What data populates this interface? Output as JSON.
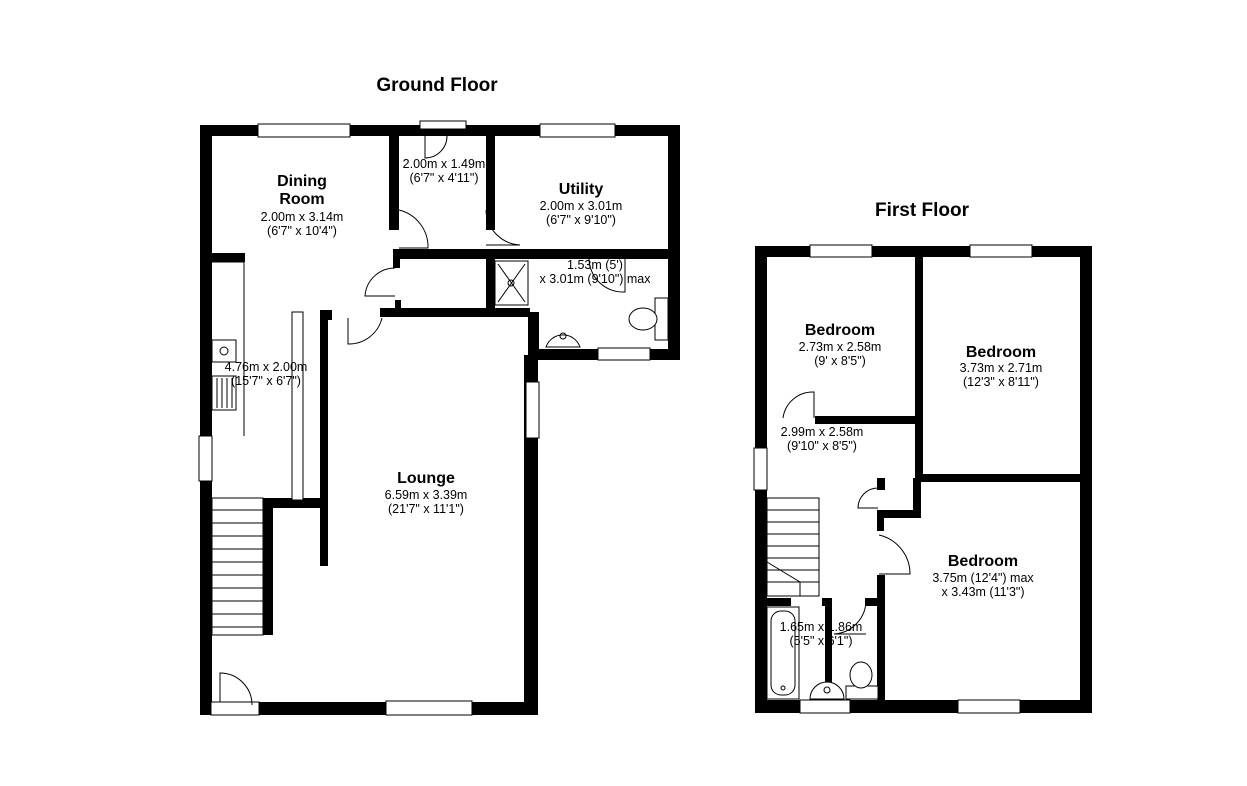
{
  "ground_floor": {
    "title": "Ground Floor",
    "dining_room": {
      "name": "Dining\nRoom",
      "metric": "2.00m x 3.14m",
      "imperial": "(6'7\" x 10'4\")"
    },
    "hall": {
      "metric": "2.00m x 1.49m",
      "imperial": "(6'7\" x 4'11\")"
    },
    "utility": {
      "name": "Utility",
      "metric": "2.00m x 3.01m",
      "imperial": "(6'7\" x 9'10\")"
    },
    "shower_room": {
      "metric": "1.53m (5')",
      "imperial": "x 3.01m (9'10\") max"
    },
    "kitchen": {
      "metric": "4.76m x 2.00m",
      "imperial": "(15'7\" x 6'7\")"
    },
    "lounge": {
      "name": "Lounge",
      "metric": "6.59m x 3.39m",
      "imperial": "(21'7\" x 11'1\")"
    }
  },
  "first_floor": {
    "title": "First Floor",
    "bedroom_1": {
      "name": "Bedroom",
      "metric": "2.73m x 2.58m",
      "imperial": "(9' x 8'5\")"
    },
    "bedroom_2": {
      "name": "Bedroom",
      "metric": "3.73m x 2.71m",
      "imperial": "(12'3\" x 8'11\")"
    },
    "landing": {
      "metric": "2.99m x 2.58m",
      "imperial": "(9'10\" x 8'5\")"
    },
    "bedroom_3": {
      "name": "Bedroom",
      "metric": "3.75m (12'4\") max",
      "imperial": "x 3.43m (11'3\")"
    },
    "bathroom": {
      "metric": "1.65m x 1.86m",
      "imperial": "(5'5\" x 6'1\")"
    }
  }
}
